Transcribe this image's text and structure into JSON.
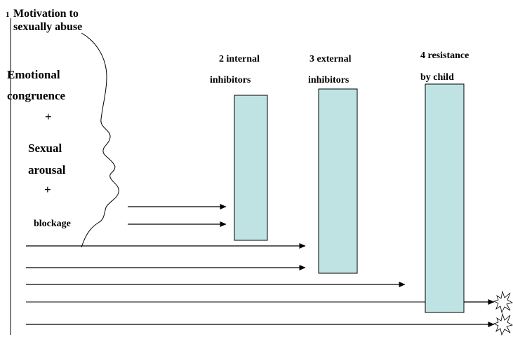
{
  "title": {
    "number": "1",
    "line1": "Motivation to",
    "line2": "sexually abuse"
  },
  "factors": {
    "emotional_line1": "Emotional",
    "emotional_line2": "congruence",
    "plus1": "+",
    "sexual_line1": "Sexual",
    "sexual_line2": "arousal",
    "plus2": "+",
    "blockage": "blockage"
  },
  "barriers": [
    {
      "line1": "2 internal",
      "line2": "inhibitors"
    },
    {
      "line1": "3 external",
      "line2": "inhibitors"
    },
    {
      "line1": "4 resistance",
      "line2": "by child"
    }
  ],
  "colors": {
    "barrier_fill": "#bfe3e3",
    "barrier_stroke": "#000000",
    "arrow": "#000000"
  },
  "icons": {
    "explosion": "starburst-icon"
  }
}
